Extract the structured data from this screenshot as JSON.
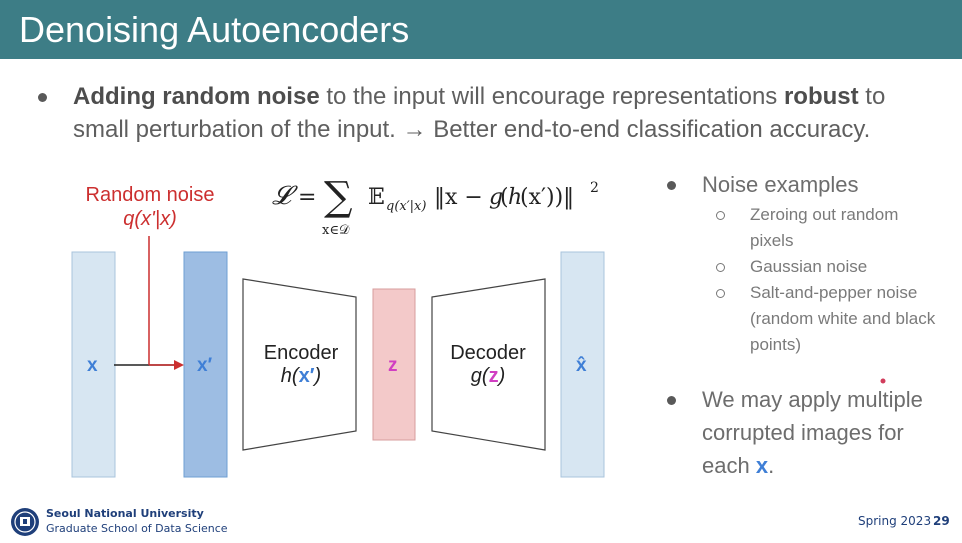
{
  "slide": {
    "title": "Denoising Autoencoders",
    "bullet": {
      "part1": "Adding random noise",
      "part2": " to the input will encourage representations ",
      "part3": "robust",
      "part4": " to small perturbation of the input. → Better end-to-end classification accuracy."
    }
  },
  "diagram": {
    "noise_label": "Random noise",
    "noise_dist": "q(x'|x)",
    "formula": "𝓛 = ∑ 𝔼q(x′|x)‖x − g(h(x′))‖²",
    "formula_sub": "x∈𝒟",
    "input_label": "x",
    "noisy_label": "x′",
    "encoder_label": "Encoder",
    "encoder_fn": "h(",
    "encoder_arg": "x′",
    "encoder_close": ")",
    "latent_label": "z",
    "decoder_label": "Decoder",
    "decoder_fn": "g(",
    "decoder_arg": "z",
    "decoder_close": ")",
    "output_label": "x̂"
  },
  "right": {
    "heading": "Noise examples",
    "items": [
      "Zeroing out random pixels",
      "Gaussian noise",
      "Salt-and-pepper noise (random white and black points)"
    ],
    "note_prefix": "We may apply multiple corrupted images for each ",
    "note_var": "x",
    "note_suffix": "."
  },
  "footer": {
    "university": "Seoul National University",
    "school": "Graduate School of Data Science",
    "term": "Spring 2023",
    "page": "29"
  },
  "colors": {
    "header": "#3d7d86",
    "noise": "#cc2f2f",
    "x_blue": "#3f7fd6",
    "z_magenta": "#d13fc2"
  }
}
